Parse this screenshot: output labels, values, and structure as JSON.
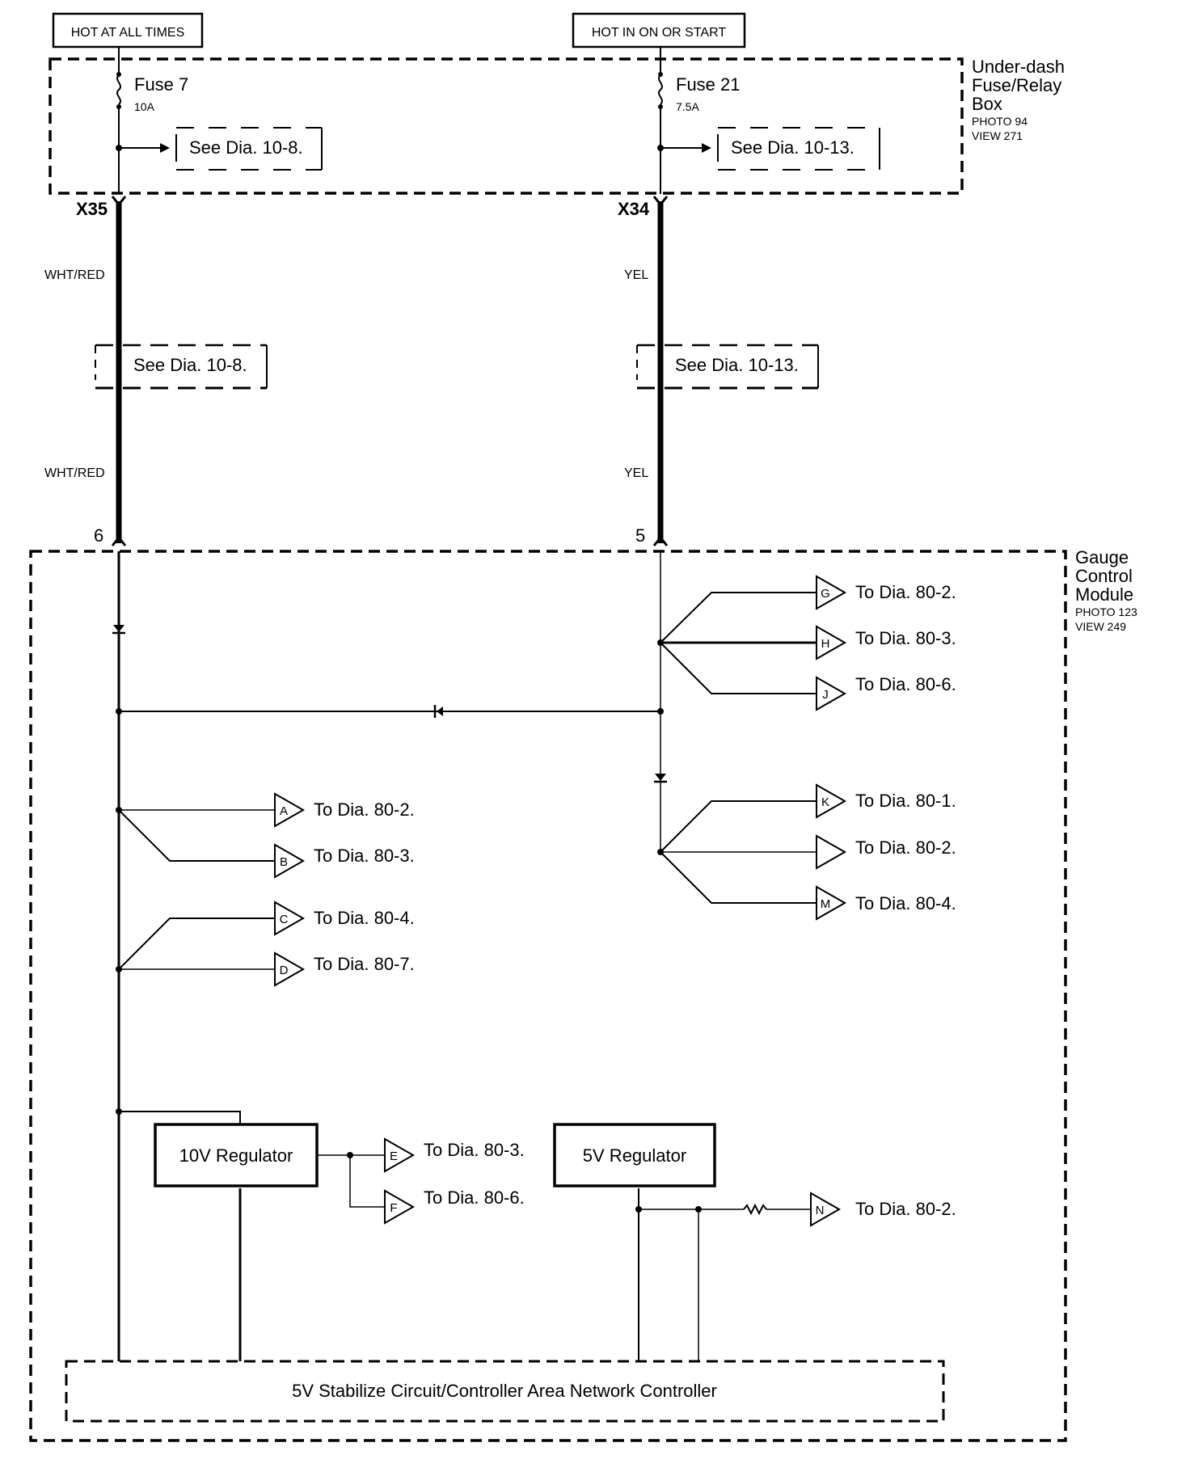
{
  "power_labels": {
    "hot_at_all_times": "HOT AT ALL TIMES",
    "hot_in_on_or_start": "HOT IN ON OR START"
  },
  "fuse_box": {
    "name_line1": "Under-dash",
    "name_line2": "Fuse/Relay",
    "name_line3": "Box",
    "photo": "PHOTO 94",
    "view": "VIEW 271"
  },
  "fuses": {
    "left_name": "Fuse 7",
    "left_rating": "10A",
    "right_name": "Fuse 21",
    "right_rating": "7.5A"
  },
  "see_refs": {
    "fuse_left": "See Dia. 10-8.",
    "fuse_right": "See Dia. 10-13.",
    "wire_left": "See Dia. 10-8.",
    "wire_right": "See Dia. 10-13."
  },
  "connectors": {
    "left": "X35",
    "right": "X34",
    "pin_left": "6",
    "pin_right": "5"
  },
  "wire_colors": {
    "left_upper": "WHT/RED",
    "left_lower": "WHT/RED",
    "right_upper": "YEL",
    "right_lower": "YEL"
  },
  "module": {
    "name_line1": "Gauge",
    "name_line2": "Control",
    "name_line3": "Module",
    "photo": "PHOTO 123",
    "view": "VIEW 249"
  },
  "outputs": {
    "G": {
      "letter": "G",
      "label": "To Dia. 80-2."
    },
    "H": {
      "letter": "H",
      "label": "To Dia. 80-3."
    },
    "J": {
      "letter": "J",
      "label": "To Dia. 80-6."
    },
    "K": {
      "letter": "K",
      "label": "To Dia. 80-1."
    },
    "L": {
      "letter": "",
      "label": "To Dia. 80-2."
    },
    "M": {
      "letter": "M",
      "label": "To Dia. 80-4."
    },
    "A": {
      "letter": "A",
      "label": "To Dia. 80-2."
    },
    "B": {
      "letter": "B",
      "label": "To Dia. 80-3."
    },
    "C": {
      "letter": "C",
      "label": "To Dia. 80-4."
    },
    "D": {
      "letter": "D",
      "label": "To Dia. 80-7."
    },
    "E": {
      "letter": "E",
      "label": "To Dia. 80-3."
    },
    "F": {
      "letter": "F",
      "label": "To Dia. 80-6."
    },
    "N": {
      "letter": "N",
      "label": "To Dia. 80-2."
    }
  },
  "regulators": {
    "ten_volt": "10V Regulator",
    "five_volt": "5V Regulator"
  },
  "controller": "5V Stabilize Circuit/Controller Area Network Controller"
}
